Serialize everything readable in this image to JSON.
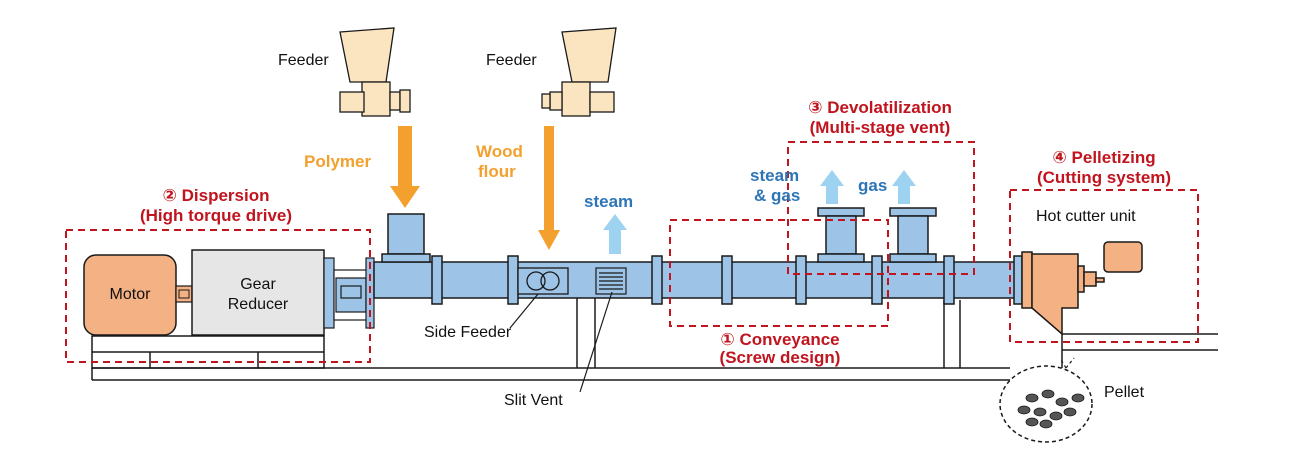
{
  "labels": {
    "feeder_left": "Feeder",
    "feeder_right": "Feeder",
    "polymer": "Polymer",
    "wood_flour_line1": "Wood",
    "wood_flour_line2": "flour",
    "steam": "steam",
    "steam_gas_line1": "steam",
    "steam_gas_line2": "& gas",
    "gas": "gas",
    "motor": "Motor",
    "gear_reducer_line1": "Gear",
    "gear_reducer_line2": "Reducer",
    "side_feeder": "Side Feeder",
    "slit_vent": "Slit Vent",
    "hot_cutter_unit": "Hot cutter unit",
    "pellet": "Pellet"
  },
  "stages": {
    "dispersion_title": "② Dispersion",
    "dispersion_sub": "(High torque drive)",
    "conveyance_title": "① Conveyance",
    "conveyance_sub": "(Screw design)",
    "devolatilization_title": "③ Devolatilization",
    "devolatilization_sub": "(Multi-stage vent)",
    "pelletizing_title": "④ Pelletizing",
    "pelletizing_sub": "(Cutting system)"
  },
  "colors": {
    "barrel": "#9dc3e6",
    "outline": "#1a1a1a",
    "motor": "#f4b183",
    "gear": "#e6e6e6",
    "feeder": "#fbe5c0",
    "stage_red": "#c0141e",
    "orange_arrow": "#f3a02e",
    "vent_arrow": "#9dd3f0",
    "label_blue": "#2e75b6"
  }
}
